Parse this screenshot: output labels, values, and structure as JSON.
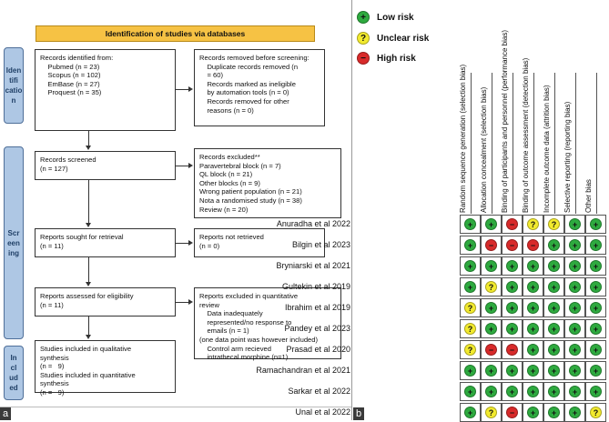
{
  "panel_a": {
    "label": "a",
    "banner": "Identification of studies via databases",
    "stages": {
      "identification": "Iden\ntifi\ncatio\nn",
      "screening": "Scr\neen\ning",
      "included": "In\ncl\nud\ned"
    },
    "boxes": {
      "records_identified": "Records identified from:\n    Pubmed (n = 23)\n    Scopus (n = 102)\n    EmBase (n = 27)\n    Proquest (n = 35)",
      "records_removed": "Records removed before screening:\n    Duplicate records removed (n\n    = 60)\n    Records marked as ineligible\n    by automation tools (n = 0)\n    Records removed for other\n    reasons (n = 0)",
      "records_screened": "Records screened\n(n = 127)",
      "records_excluded": "Records excluded**\nParavertebral block (n = 7)\nQL block (n = 21)\nOther blocks (n = 9)\nWrong patient population (n = 21)\nNota a randomised study (n = 38)\nReview (n = 20)",
      "reports_sought": "Reports sought for retrieval\n(n = 11)",
      "reports_not_retrieved": "Reports not retrieved\n(n = 0)",
      "reports_assessed": "Reports assessed for eligibility\n(n = 11)",
      "reports_excluded": "Reports excluded in quantitative\nreview\n    Data inadequately\n    represented/no response to\n    emails (n = 1)\n(one data point was however included)\n    Control arm recieved\n    intrathecal morphine (n=1)",
      "studies_included": "Studies included in qualitative\nsynthesis\n(n =   9)\nStudies included in quantitative\nsynthesis\n(n =   9)"
    }
  },
  "panel_b": {
    "label": "b",
    "legend": [
      {
        "symbol": "+",
        "label": "Low risk",
        "color": "#2eaa3f"
      },
      {
        "symbol": "?",
        "label": "Unclear risk",
        "color": "#f2ea2e"
      },
      {
        "symbol": "−",
        "label": "High risk",
        "color": "#d82a2a"
      }
    ],
    "columns": [
      "Random sequence generation (selection bias)",
      "Allocation concealment (selection bias)",
      "Binding of participants and personnel (performance bias)",
      "Binding of outcome assessment (detection bias)",
      "Incomplete outcome data (attrition bias)",
      "Selective reporting (reporting bias)",
      "Other bias"
    ],
    "studies": [
      {
        "name": "Anuradha et al 2022",
        "ratings": [
          "+",
          "+",
          "-",
          "?",
          "?",
          "+",
          "+"
        ]
      },
      {
        "name": "Bilgin et al 2023",
        "ratings": [
          "+",
          "-",
          "-",
          "-",
          "+",
          "+",
          "+"
        ]
      },
      {
        "name": "Bryniarski et al 2021",
        "ratings": [
          "+",
          "+",
          "+",
          "+",
          "+",
          "+",
          "+"
        ]
      },
      {
        "name": "Gultekin et al 2019",
        "ratings": [
          "+",
          "?",
          "+",
          "+",
          "+",
          "+",
          "+"
        ]
      },
      {
        "name": "Ibrahim et al 2019",
        "ratings": [
          "?",
          "+",
          "+",
          "+",
          "+",
          "+",
          "+"
        ]
      },
      {
        "name": "Pandey et al 2023",
        "ratings": [
          "?",
          "+",
          "+",
          "+",
          "+",
          "+",
          "+"
        ]
      },
      {
        "name": "Prasad et al 2020",
        "ratings": [
          "?",
          "-",
          "-",
          "+",
          "+",
          "+",
          "+"
        ]
      },
      {
        "name": "Ramachandran et al 2021",
        "ratings": [
          "+",
          "+",
          "+",
          "+",
          "+",
          "+",
          "+"
        ]
      },
      {
        "name": "Sarkar et al 2022",
        "ratings": [
          "+",
          "+",
          "+",
          "+",
          "+",
          "+",
          "+"
        ]
      },
      {
        "name": "Unal et al 2022",
        "ratings": [
          "+",
          "?",
          "-",
          "+",
          "+",
          "+",
          "?"
        ]
      }
    ],
    "symbol_map": {
      "+": {
        "glyph": "+",
        "color": "#2eaa3f"
      },
      "?": {
        "glyph": "?",
        "color": "#f2ea2e"
      },
      "-": {
        "glyph": "−",
        "color": "#d82a2a"
      }
    }
  }
}
